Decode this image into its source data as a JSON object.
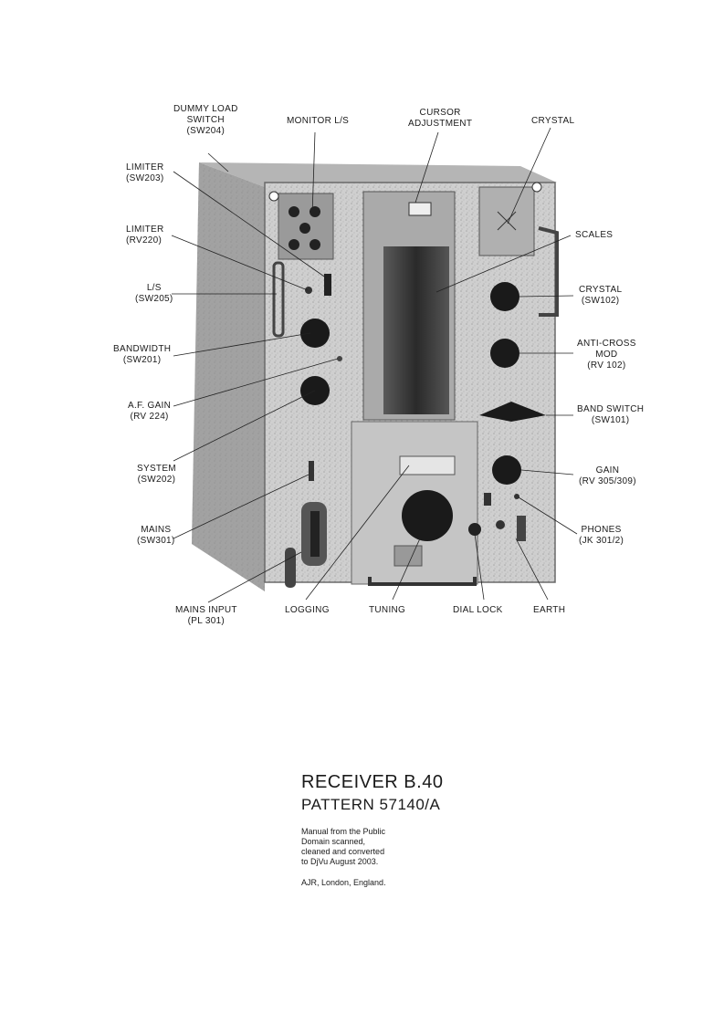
{
  "labels": {
    "dummy_load": [
      "DUMMY LOAD",
      "SWITCH",
      "(SW204)"
    ],
    "monitor": [
      "MONITOR L/S"
    ],
    "cursor": [
      "CURSOR",
      "ADJUSTMENT"
    ],
    "crystal_top": [
      "CRYSTAL"
    ],
    "limiter_sw": [
      "LIMITER",
      "(SW203)"
    ],
    "limiter_rv": [
      "LIMITER",
      "(RV220)"
    ],
    "ls": [
      "L/S",
      "(SW205)"
    ],
    "bandwidth": [
      "BANDWIDTH",
      "(SW201)"
    ],
    "af_gain": [
      "A.F. GAIN",
      "(RV 224)"
    ],
    "system": [
      "SYSTEM",
      "(SW202)"
    ],
    "mains": [
      "MAINS",
      "(SW301)"
    ],
    "mains_input": [
      "MAINS INPUT",
      "(PL 301)"
    ],
    "logging": [
      "LOGGING"
    ],
    "tuning": [
      "TUNING"
    ],
    "dial_lock": [
      "DIAL LOCK"
    ],
    "earth": [
      "EARTH"
    ],
    "scales": [
      "SCALES"
    ],
    "crystal_sw": [
      "CRYSTAL",
      "(SW102)"
    ],
    "anti_cross": [
      "ANTI-CROSS",
      "MOD",
      "(RV 102)"
    ],
    "band_switch": [
      "BAND SWITCH",
      "(SW101)"
    ],
    "gain": [
      "GAIN",
      "(RV 305/309)"
    ],
    "phones": [
      "PHONES",
      "(JK 301/2)"
    ]
  },
  "title": {
    "line1": "RECEIVER B.40",
    "line2": "PATTERN 57140/A"
  },
  "note": [
    "Manual from the Public",
    "Domain scanned,",
    "cleaned and converted",
    "to DjVu August 2003."
  ],
  "credit": "AJR, London, England."
}
